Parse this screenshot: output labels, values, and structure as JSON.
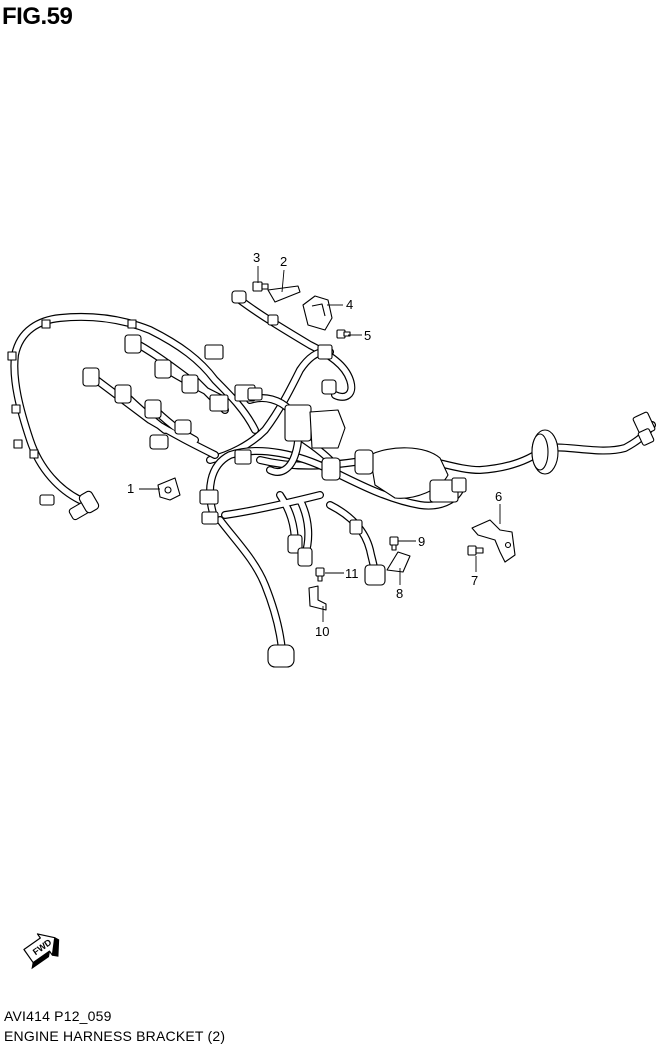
{
  "figure": {
    "title": "FIG.59",
    "code": "AVI414 P12_059",
    "name": "ENGINE HARNESS BRACKET (2)",
    "fwd_label": "FWD"
  },
  "callouts": [
    {
      "id": "1",
      "label": "1"
    },
    {
      "id": "2",
      "label": "2"
    },
    {
      "id": "3",
      "label": "3"
    },
    {
      "id": "4",
      "label": "4"
    },
    {
      "id": "5",
      "label": "5"
    },
    {
      "id": "6",
      "label": "6"
    },
    {
      "id": "7",
      "label": "7"
    },
    {
      "id": "8",
      "label": "8"
    },
    {
      "id": "9",
      "label": "9"
    },
    {
      "id": "10",
      "label": "10"
    },
    {
      "id": "11",
      "label": "11"
    }
  ]
}
